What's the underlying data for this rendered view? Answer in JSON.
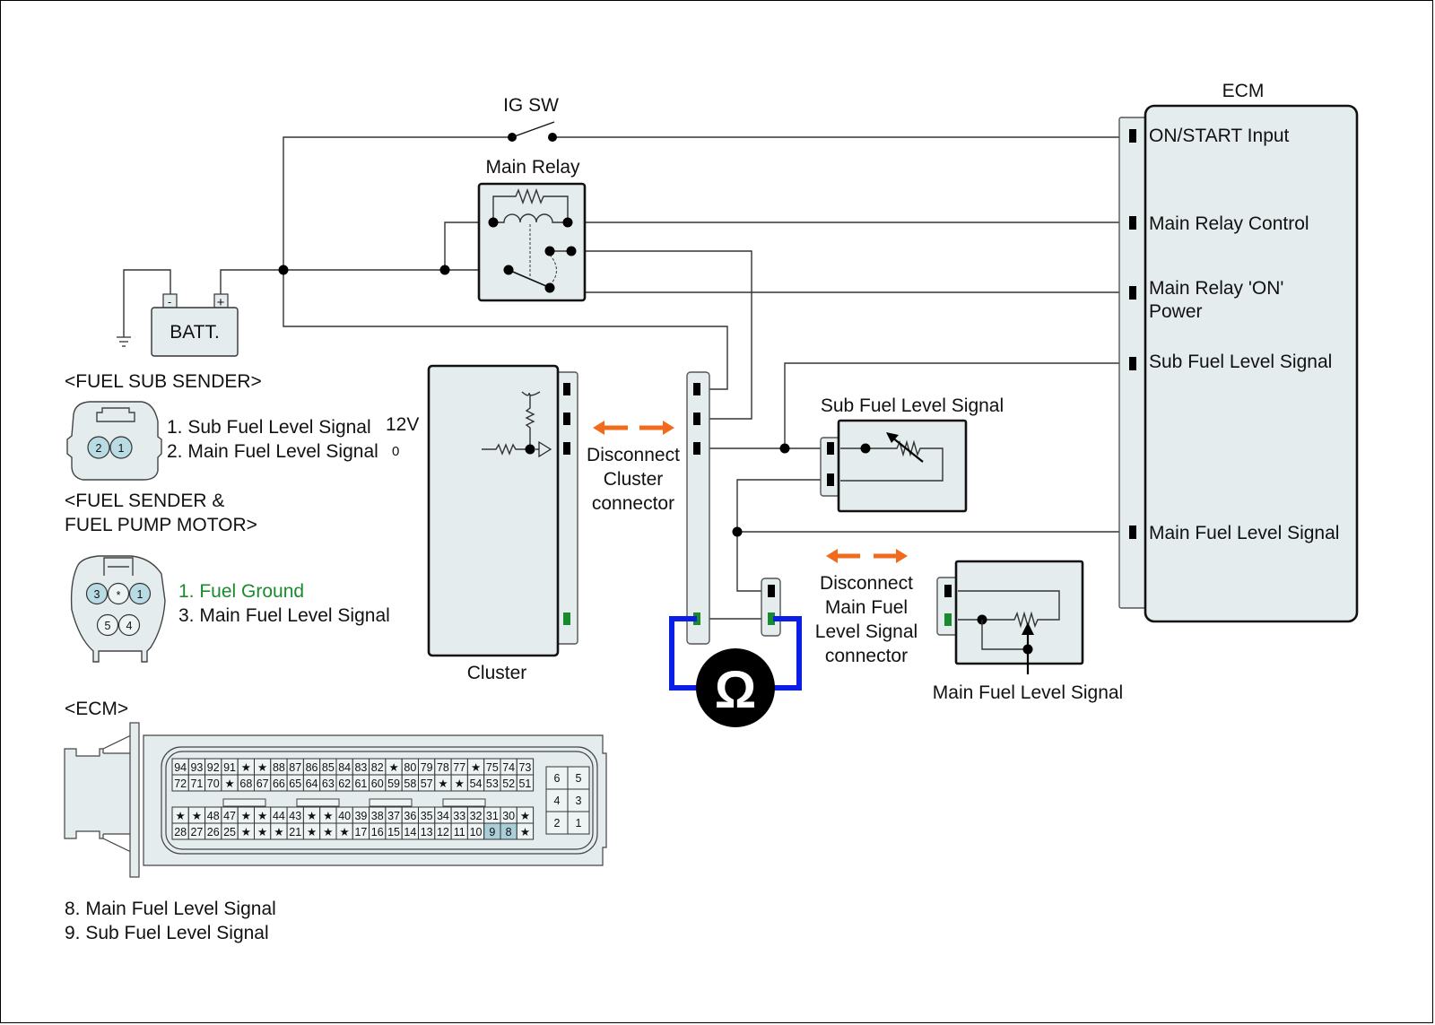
{
  "labels": {
    "ig_sw": "IG SW",
    "main_relay": "Main Relay",
    "battery": "BATT.",
    "battery_neg": "-",
    "battery_pos": "+",
    "ecm_title": "ECM",
    "cluster": "Cluster",
    "disconnect_cluster": [
      "Disconnect",
      "Cluster",
      "connector"
    ],
    "disconnect_main": [
      "Disconnect",
      "Main Fuel",
      "Level Signal",
      "connector"
    ],
    "sub_sender_label": "Sub Fuel Level Signal",
    "main_sender_label": "Main Fuel Level Signal",
    "ohm_symbol": "Ω",
    "overlap_12v": "12V",
    "overlap_0": "0"
  },
  "ecm_pins": [
    {
      "label": "ON/START Input"
    },
    {
      "label": "Main Relay Control"
    },
    {
      "label": "Main Relay 'ON'",
      "label2": "Power"
    },
    {
      "label": "Sub Fuel Level Signal"
    },
    {
      "label": "Main Fuel Level Signal"
    }
  ],
  "fuel_sub_sender": {
    "title": "<FUEL SUB SENDER>",
    "pins": [
      "2",
      "1"
    ],
    "legend": [
      "1. Sub Fuel Level Signal",
      "2. Main Fuel Level Signal"
    ]
  },
  "fuel_sender_pump": {
    "title_line1": "<FUEL SENDER &",
    "title_line2": "FUEL PUMP MOTOR>",
    "pins_top": [
      "3",
      "*",
      "1"
    ],
    "pins_bottom": [
      "5",
      "4"
    ],
    "legend": [
      {
        "text": "1. Fuel Ground",
        "color": "#1a8a2e"
      },
      {
        "text": "3. Main Fuel Level Signal",
        "color": "#111111"
      }
    ]
  },
  "ecm_connector": {
    "title": "<ECM>",
    "rows": [
      [
        "94",
        "93",
        "92",
        "91",
        "★",
        "★",
        "88",
        "87",
        "86",
        "85",
        "84",
        "83",
        "82",
        "★",
        "80",
        "79",
        "78",
        "77",
        "★",
        "75",
        "74",
        "73"
      ],
      [
        "72",
        "71",
        "70",
        "★",
        "68",
        "67",
        "66",
        "65",
        "64",
        "63",
        "62",
        "61",
        "60",
        "59",
        "58",
        "57",
        "★",
        "★",
        "54",
        "53",
        "52",
        "51"
      ],
      [
        "★",
        "★",
        "48",
        "47",
        "★",
        "★",
        "44",
        "43",
        "★",
        "★",
        "40",
        "39",
        "38",
        "37",
        "36",
        "35",
        "34",
        "33",
        "32",
        "31",
        "30",
        "★"
      ],
      [
        "28",
        "27",
        "26",
        "25",
        "★",
        "★",
        "★",
        "21",
        "★",
        "★",
        "★",
        "17",
        "16",
        "15",
        "14",
        "13",
        "12",
        "11",
        "10",
        "9",
        "8",
        "★"
      ]
    ],
    "highlighted": [
      "9",
      "8"
    ],
    "aux_block": [
      [
        "6",
        "5"
      ],
      [
        "4",
        "3"
      ],
      [
        "2",
        "1"
      ]
    ],
    "legend": [
      "8. Main Fuel Level Signal",
      "9. Sub Fuel Level Signal"
    ]
  },
  "colors": {
    "probe_wire": "#0a1ee6",
    "disconnect_arrow": "#f26a1b",
    "ground_pin": "#1a8a2e",
    "highlight_pin": "#a9ced8"
  }
}
